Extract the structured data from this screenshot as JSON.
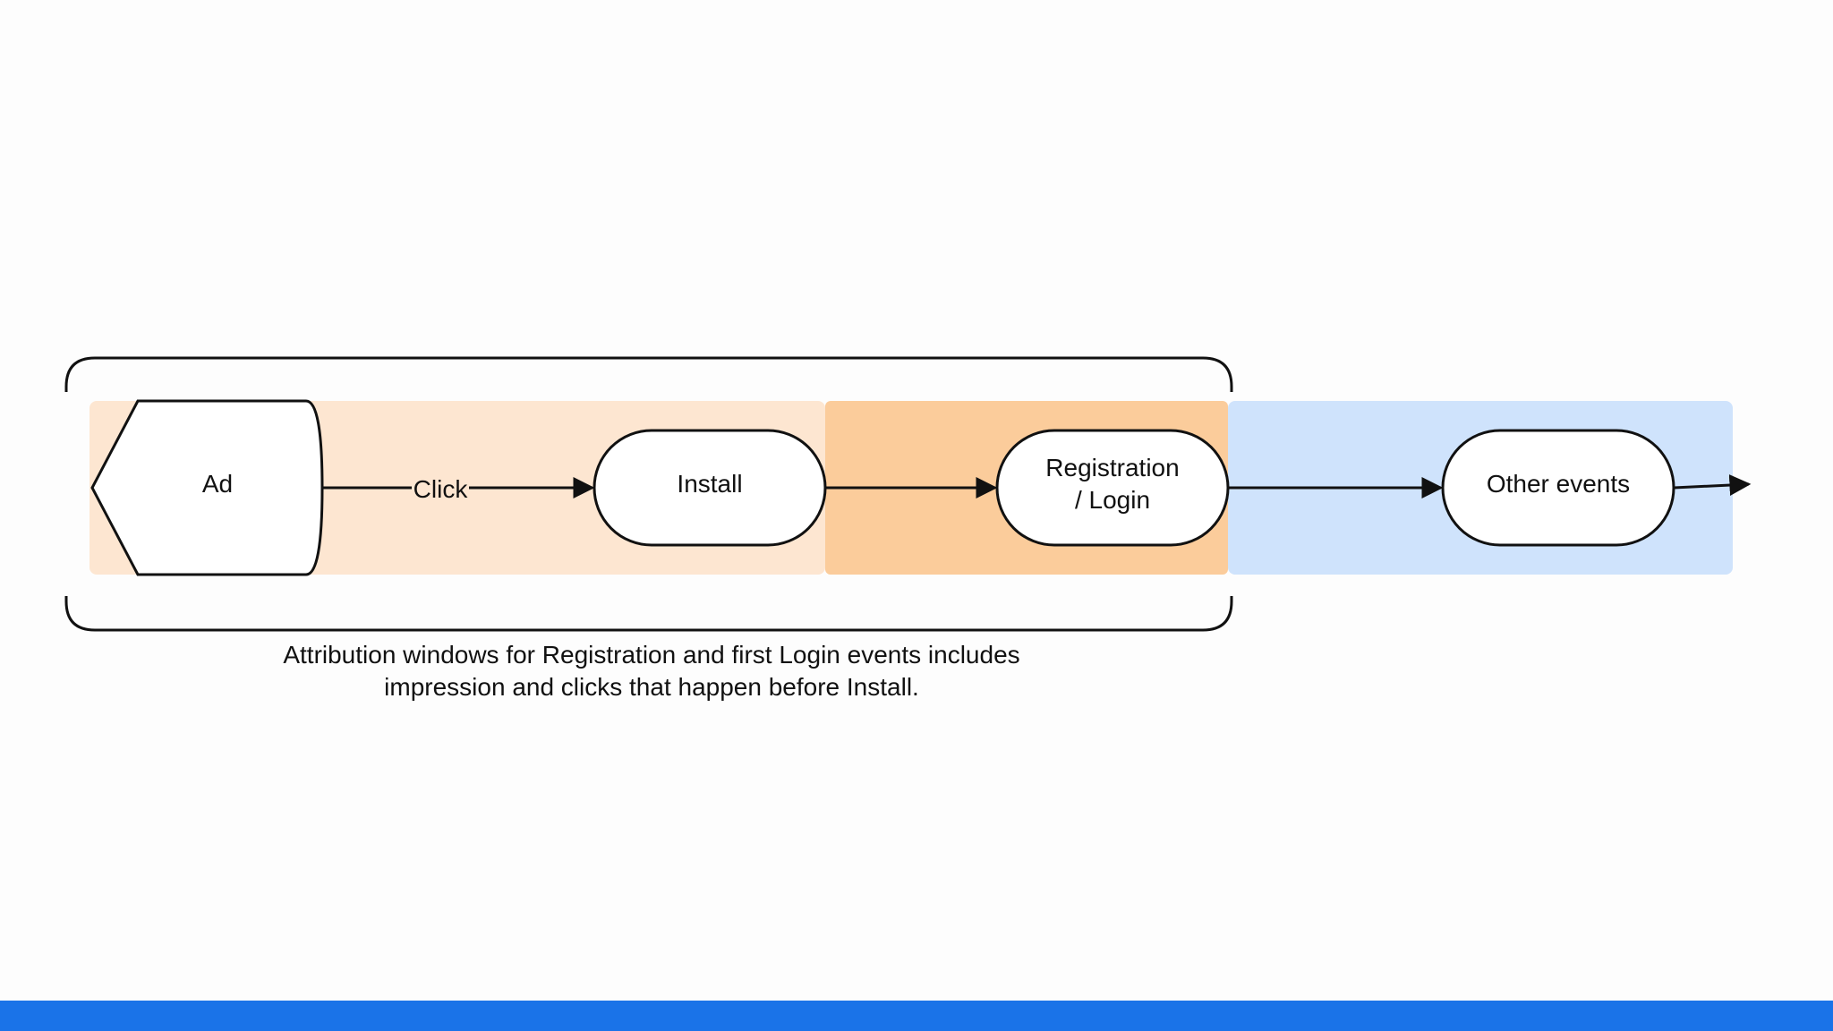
{
  "diagram": {
    "nodes": {
      "ad": {
        "label": "Ad"
      },
      "install": {
        "label": "Install"
      },
      "registration": {
        "label_line1": "Registration",
        "label_line2": "/ Login"
      },
      "other": {
        "label": "Other events"
      }
    },
    "edges": {
      "click": {
        "label": "Click"
      }
    },
    "caption": {
      "line1": "Attribution windows for Registration and first Login events includes",
      "line2": "impression and clicks that happen before Install."
    }
  },
  "colors": {
    "pre_install_zone": "#fde6d1",
    "registration_zone": "#fbcc9b",
    "post_zone": "#cfe3fc",
    "bottom_bar": "#1a73e8",
    "stroke": "#111111",
    "node_fill": "#ffffff"
  }
}
